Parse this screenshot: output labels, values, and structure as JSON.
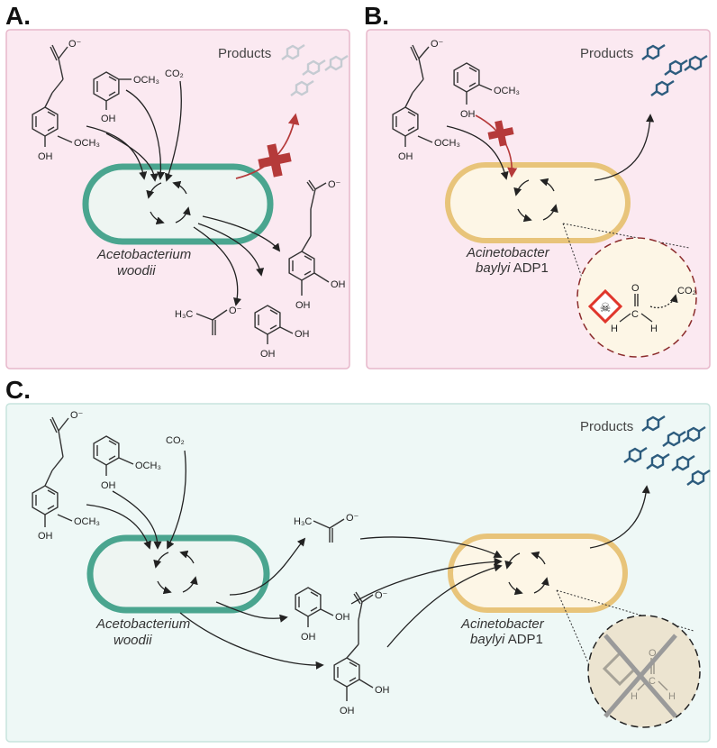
{
  "panels": {
    "a": {
      "label": "A.",
      "organism_line1": "Acetobacterium",
      "organism_line2": "woodii",
      "products": "Products",
      "substrates": {
        "guaiacol_sub": "OCH₃",
        "guaiacol_oh": "OH",
        "ferulate_sub": "OCH₃",
        "ferulate_oh": "OH",
        "ferulate_acid": "O⁻",
        "co2": "CO₂"
      },
      "outputs": {
        "acetate_ch3": "H₃C",
        "acetate_o": "O⁻",
        "catechol_oh1": "OH",
        "catechol_oh2": "OH",
        "hcaff_acid": "O⁻",
        "hcaff_oh1": "OH",
        "hcaff_oh2": "OH"
      }
    },
    "b": {
      "label": "B.",
      "organism_line1": "Acinetobacter",
      "organism_line2_italic": "baylyi",
      "organism_line2_plain": " ADP1",
      "products": "Products",
      "substrates": {
        "guaiacol_sub": "OCH₃",
        "guaiacol_oh": "OH",
        "ferulate_sub": "OCH₃",
        "ferulate_oh": "OH",
        "ferulate_acid": "O⁻"
      },
      "zoom": {
        "o": "O",
        "h_left": "H",
        "c": "C",
        "h_right": "H",
        "co2": "CO₂"
      }
    },
    "c": {
      "label": "C.",
      "organism1_line1": "Acetobacterium",
      "organism1_line2": "woodii",
      "organism2_line1": "Acinetobacter",
      "organism2_line2_italic": "baylyi",
      "organism2_line2_plain": " ADP1",
      "products": "Products",
      "substrates": {
        "guaiacol_sub": "OCH₃",
        "guaiacol_oh": "OH",
        "ferulate_sub": "OCH₃",
        "ferulate_oh": "OH",
        "ferulate_acid": "O⁻",
        "co2": "CO₂"
      },
      "intermediates": {
        "acetate_ch3": "H₃C",
        "acetate_o": "O⁻",
        "catechol_oh1": "OH",
        "catechol_oh2": "OH",
        "hcaff_acid": "O⁻",
        "hcaff_oh1": "OH",
        "hcaff_oh2": "OH"
      },
      "zoom": {
        "o": "O",
        "h_left": "H",
        "c": "C",
        "h_right": "H"
      }
    }
  },
  "colors": {
    "panel_pink": "#fbe9f1",
    "panel_pink_border": "#e7b8cb",
    "panel_teal": "#eef8f6",
    "panel_teal_border": "#c7e4dd",
    "acetobacterium_fill": "#eef5f2",
    "acetobacterium_stroke": "#4aa58f",
    "acinetobacter_fill": "#fdf6e6",
    "acinetobacter_stroke": "#e8c47a",
    "inhibit_red": "#b53a3a",
    "product_blue": "#2d5c7e",
    "product_faded": "#c5cbd2",
    "hazard_red": "#e0362c"
  }
}
